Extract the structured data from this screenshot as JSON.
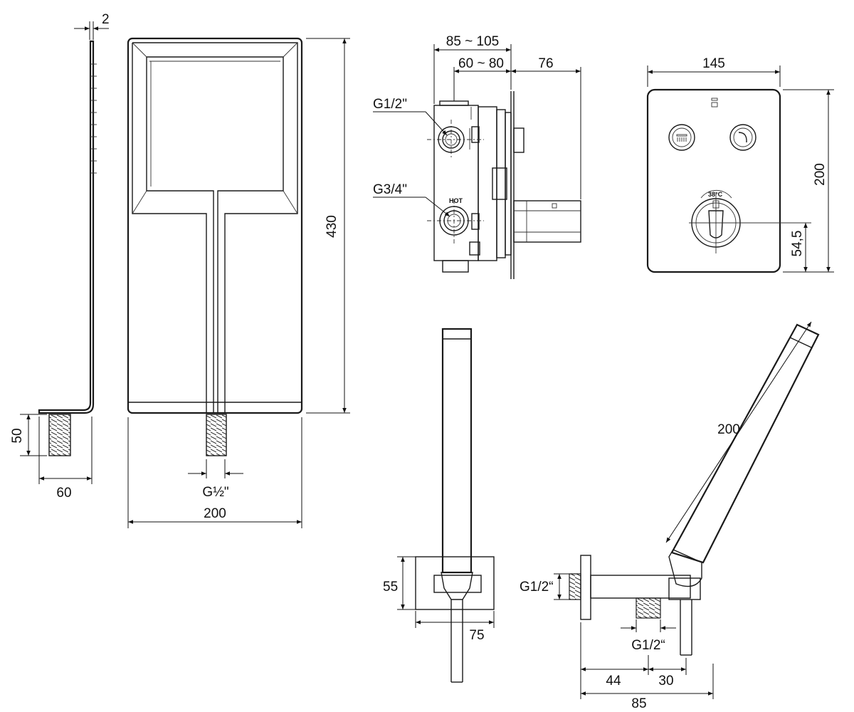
{
  "dimensions": {
    "panel_thickness": "2",
    "panel_height": "430",
    "panel_width": "200",
    "inlet_length": "50",
    "panel_depth": "60",
    "panel_thread": "G½\"",
    "box_depth_total": "85 ~ 105",
    "box_depth_inner": "60 ~ 80",
    "box_protrusion": "76",
    "thread_top": "G1/2\"",
    "thread_hot": "G3/4\"",
    "hot_label": "HOT",
    "plate_width": "145",
    "plate_height": "200",
    "knob_height": "54,5",
    "temp_label": "38°C",
    "hand_bracket_height": "55",
    "hand_bracket_width": "75",
    "hand_length": "200",
    "elbow_thread_side": "G1/2“",
    "elbow_thread_bottom": "G1/2“",
    "elbow_offset_a": "44",
    "elbow_offset_b": "30",
    "elbow_total": "85"
  }
}
